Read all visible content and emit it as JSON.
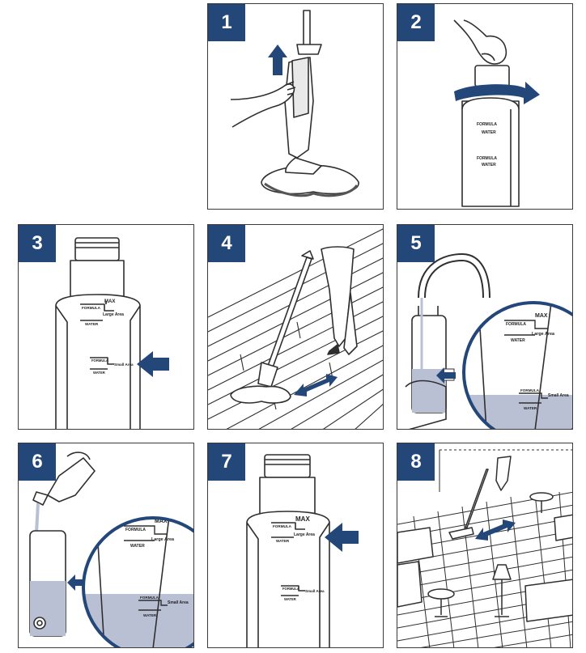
{
  "steps": [
    {
      "number": "1"
    },
    {
      "number": "2"
    },
    {
      "number": "3"
    },
    {
      "number": "4"
    },
    {
      "number": "5"
    },
    {
      "number": "6"
    },
    {
      "number": "7"
    },
    {
      "number": "8"
    }
  ],
  "tank_labels": {
    "max": "MAX",
    "formula": "FORMULA",
    "water": "WATER",
    "large_area": "Large Area",
    "small_area": "Small Area"
  },
  "colors": {
    "badge": "#24477a",
    "arrow": "#24477a",
    "liquid": "#b9c0d4",
    "outline": "#2f2f2f"
  }
}
